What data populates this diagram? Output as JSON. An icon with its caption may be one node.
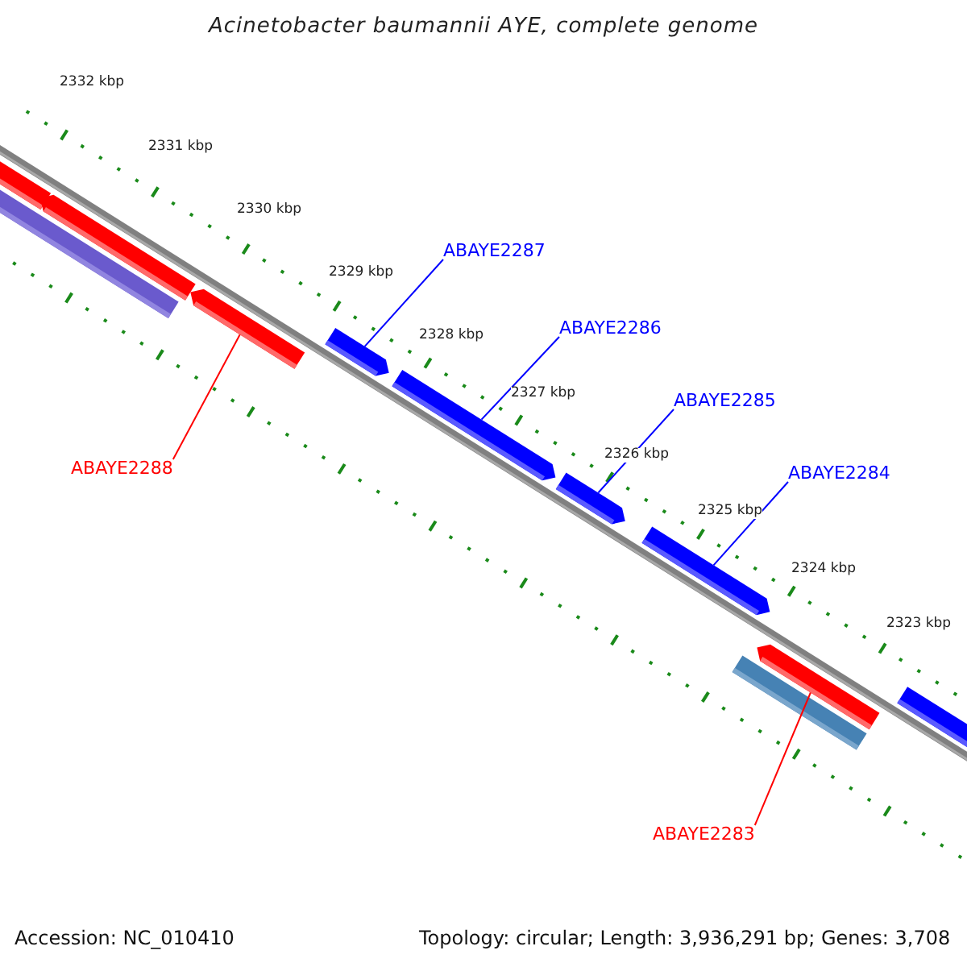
{
  "diagram": {
    "title": "Acinetobacter baumannii AYE, complete genome",
    "nodes": [
      {
        "text": [
          "ABAYE2287"
        ]
      },
      {
        "text": [
          "ABAYE2286"
        ]
      },
      {
        "text": [
          "ABAYE2285"
        ]
      },
      {
        "text": [
          "ABAYE2288"
        ]
      },
      {
        "text": [
          "ABAYE2284"
        ]
      },
      {
        "text": [
          "ABAYE2283"
        ]
      },
      {
        "text": [],
        "shape": "bar"
      },
      {
        "text": [],
        "shape": "bar"
      },
      {
        "text": [],
        "shape": "bar"
      },
      {
        "text": [],
        "shape": "bar"
      },
      {
        "text": [],
        "shape": "bar"
      },
      {
        "text": [],
        "shape": "bar"
      },
      {
        "text": [],
        "shape": "bar"
      },
      {
        "text": [],
        "shape": "bar"
      },
      {
        "text": [],
        "shape": "bar"
      },
      {
        "text": [],
        "shape": "bar"
      },
      {
        "text": [],
        "shape": "bar"
      }
    ],
    "edges": [
      {
        "from": 0,
        "to": 10,
        "arrow": "none"
      },
      {
        "from": 1,
        "to": 11,
        "arrow": "none"
      },
      {
        "from": 2,
        "to": 12,
        "arrow": "none"
      },
      {
        "from": 3,
        "to": 9,
        "arrow": "none",
        "color": "#ff0000"
      },
      {
        "from": 4,
        "to": 13,
        "arrow": "none"
      },
      {
        "from": 5,
        "to": 15,
        "arrow": "none",
        "color": "#ff0000"
      }
    ],
    "labels": [
      "2332 kbp",
      "2331 kbp",
      "2330 kbp",
      "2329 kbp",
      "2328 kbp",
      "2327 kbp",
      "2326 kbp",
      "2325 kbp",
      "2324 kbp",
      "2323 kbp",
      "Accession: NC_010410",
      "Topology: circular; Length: 3,936,291 bp; Genes: 3,708"
    ]
  }
}
